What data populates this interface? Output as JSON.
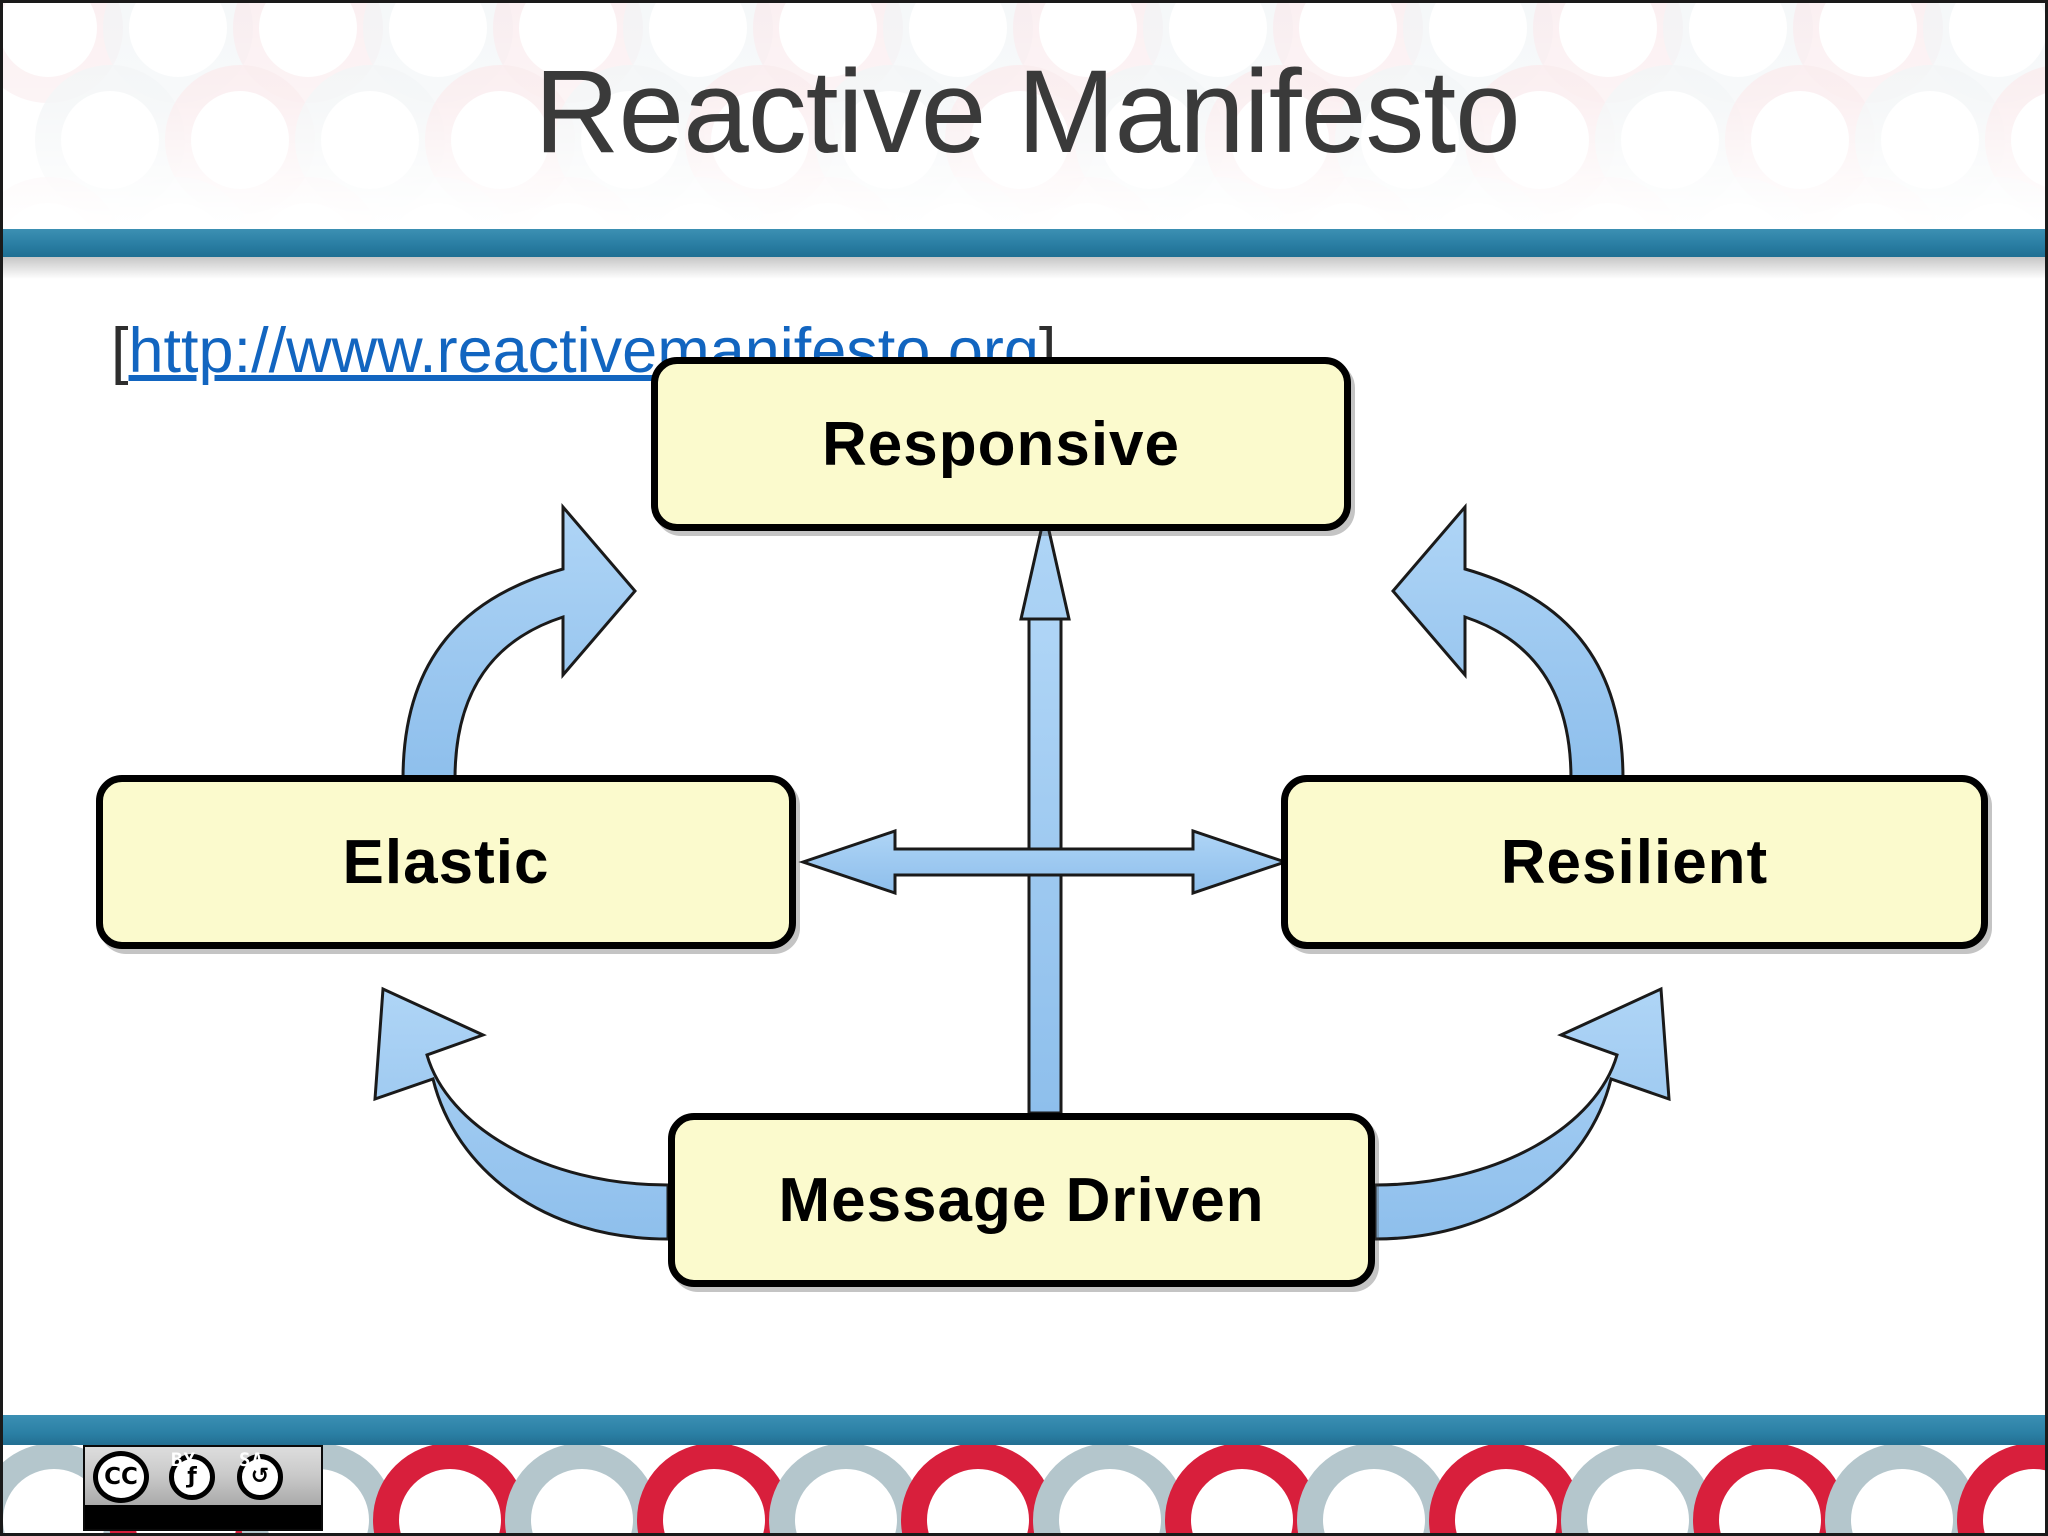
{
  "slide": {
    "title": "Reactive Manifesto",
    "url_open_bracket": "[",
    "url_close_bracket": "]",
    "url_text": "http://www.reactivemanifesto.org"
  },
  "colors": {
    "divider": "#2a7ea3",
    "box_fill": "#FBFACD",
    "box_border": "#000000",
    "arrow_fill": "#9CC8F0",
    "arrow_stroke": "#1a1a1a",
    "link": "#1265C0",
    "title": "#3A3A3A",
    "footer_ring_red": "#D81F3C",
    "footer_ring_gray": "#B4C6CC",
    "header_ring_pink": "#F6DADE",
    "header_ring_gray": "#E7ECEF"
  },
  "diagram": {
    "type": "cycle-diagram",
    "nodes": [
      {
        "id": "responsive",
        "label": "Responsive"
      },
      {
        "id": "elastic",
        "label": "Elastic"
      },
      {
        "id": "resilient",
        "label": "Resilient"
      },
      {
        "id": "message-driven",
        "label": "Message Driven"
      }
    ],
    "edges": [
      {
        "from": "elastic",
        "to": "responsive",
        "style": "curved-arrow"
      },
      {
        "from": "resilient",
        "to": "responsive",
        "style": "curved-arrow"
      },
      {
        "from": "message-driven",
        "to": "elastic",
        "style": "curved-arrow"
      },
      {
        "from": "message-driven",
        "to": "resilient",
        "style": "curved-arrow"
      },
      {
        "from": "message-driven",
        "to": "responsive",
        "style": "straight-arrow"
      },
      {
        "from": "elastic",
        "to": "resilient",
        "style": "double-headed-arrow"
      }
    ]
  },
  "license": {
    "badge_name": "CC BY-SA",
    "cc_glyph": "CC",
    "by_glyph": "ƒ",
    "sa_glyph": "↺",
    "by_label": "BY",
    "sa_label": "SA"
  }
}
